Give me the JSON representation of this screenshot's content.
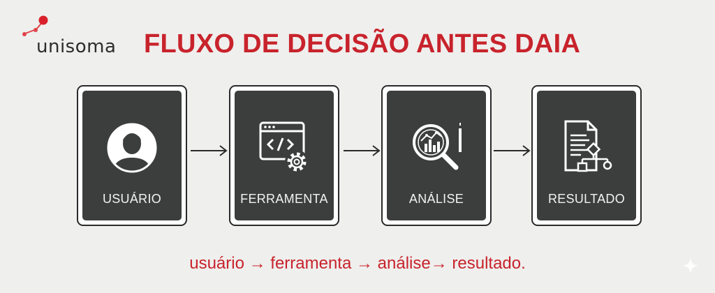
{
  "logo": {
    "text": "unisoma"
  },
  "title": "FLUXO DE DECISÃO ANTES DAIA",
  "steps": [
    {
      "label": "USUÁRIO",
      "icon": "user-icon"
    },
    {
      "label": "FERRAMENTA",
      "icon": "code-window-gear-icon"
    },
    {
      "label": "ANÁLISE",
      "icon": "magnifier-chart-icon"
    },
    {
      "label": "RESULTADO",
      "icon": "document-flowchart-icon"
    }
  ],
  "caption": "usuário → ferramenta → análise→ resultado.",
  "colors": {
    "accent": "#c8232c",
    "panel": "#3c3e3d",
    "background": "#efefed"
  }
}
